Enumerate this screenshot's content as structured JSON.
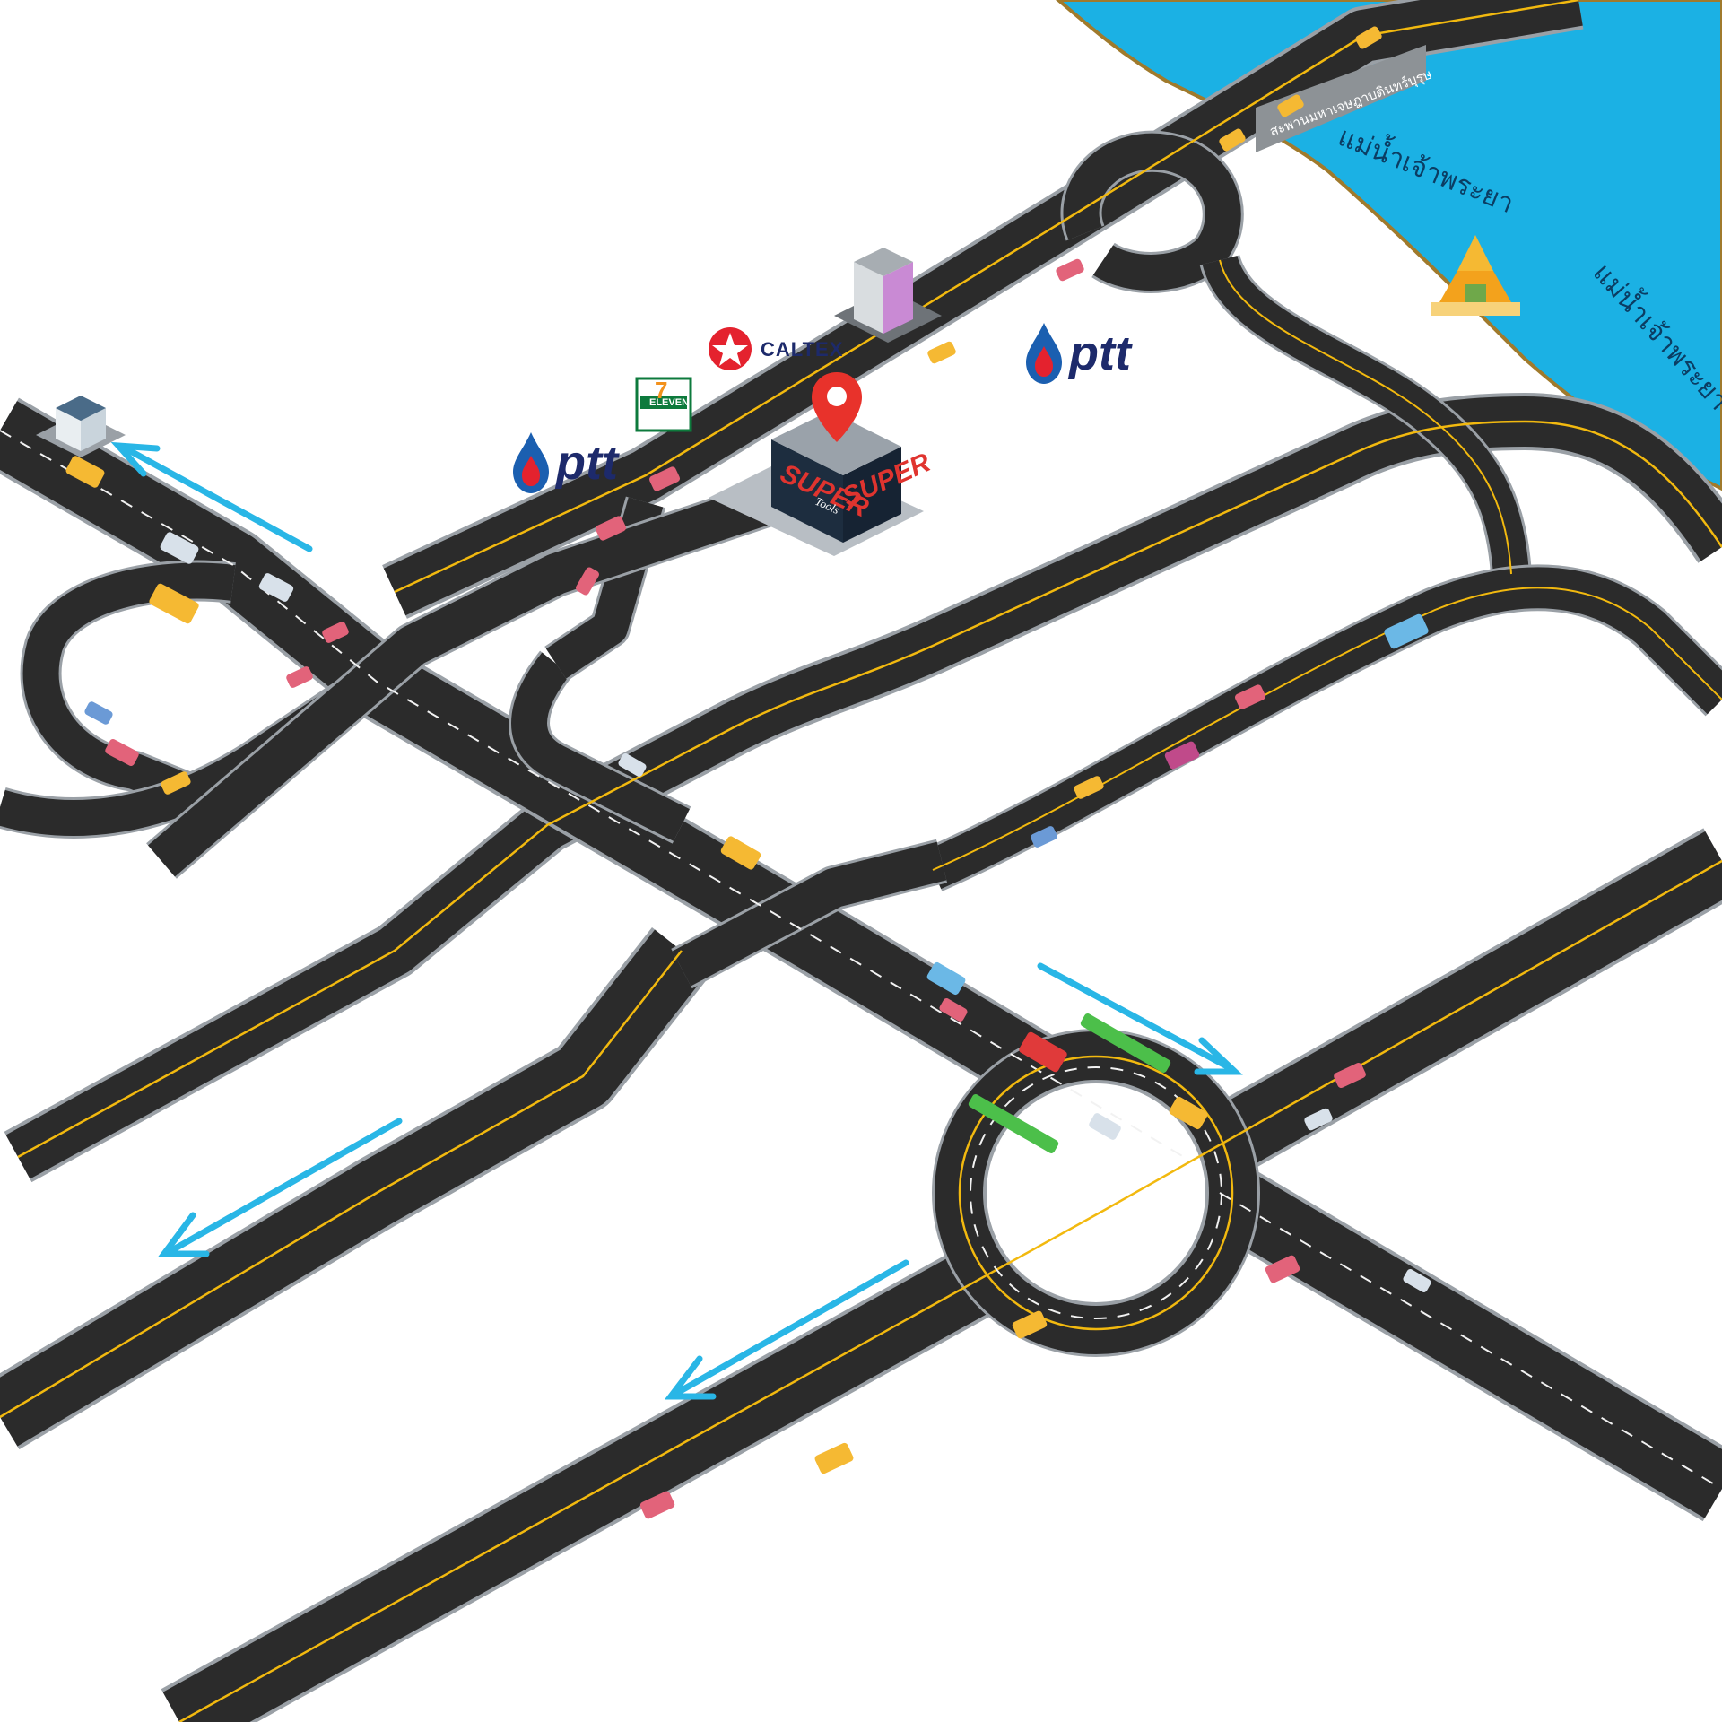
{
  "labels": {
    "bridge_name": "สะพานมหาเจษฎาบดินทร์บุรุษ",
    "river_upper": "แม่น้ำเจ้าพระยา",
    "river_lower": "แม่น้ำเจ้าพระยา"
  },
  "brands": {
    "ptt_left": "ptt",
    "ptt_right": "ptt",
    "caltex": "CALTEX",
    "seven_eleven": "ELEVEN",
    "seven_digit": "7",
    "shop_word": "SUPER",
    "shop_sub": "Tools"
  },
  "colors": {
    "river": "#1bb1e4",
    "river_bank": "#a07a2c",
    "road": "#2b2b2b",
    "center_line": "#f2b90f",
    "arrow": "#29b6e6",
    "marker": "#e8322b",
    "shop_wall": "#1d2d3f",
    "ptt_red": "#e4222e",
    "ptt_blue": "#1b5fb0"
  },
  "icons": {
    "marker": "location-pin-icon",
    "arrows": "direction-arrow-icon",
    "temple": "temple-icon",
    "buildings": "building-icon"
  }
}
